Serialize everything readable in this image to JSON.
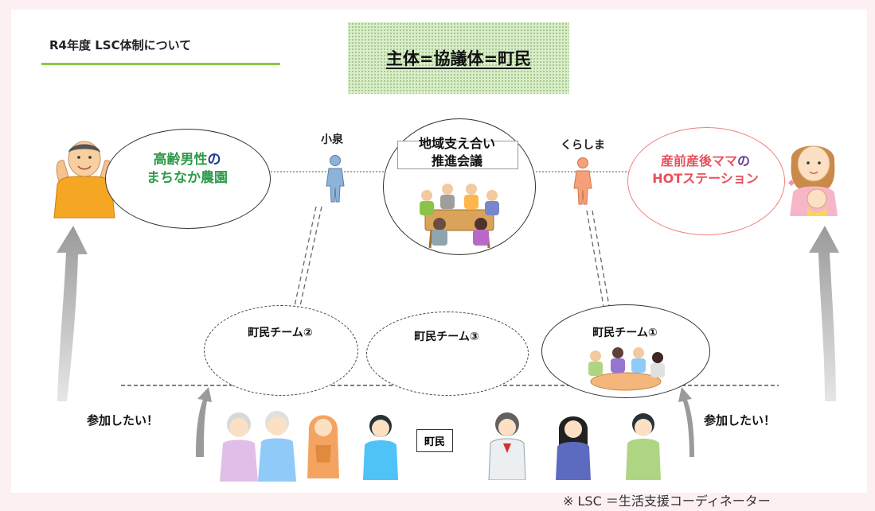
{
  "heading": "R4年度 LSC体制について",
  "banner": "主体=協議体=町民",
  "koizumi": "小泉",
  "kurashima": "くらしま",
  "left_bubble": {
    "line1_part1": "高齢男性",
    "line1_part2": "の",
    "line2": "まちなか農園"
  },
  "center_bubble": {
    "line1": "地域支え合い",
    "line2": "推進会議"
  },
  "right_bubble": {
    "line1_part1": "産前産後ママ",
    "line1_part2": "の",
    "line2": "HOTステーション"
  },
  "teams": {
    "team2": "町民チーム②",
    "team3": "町民チーム③",
    "team1": "町民チーム①"
  },
  "join_left": "参加したい！",
  "join_right": "参加したい！",
  "chomin": "町民",
  "footnote": "※ LSC ＝生活支援コーディネーター",
  "colors": {
    "green_text": "#2e9b4a",
    "pink_text": "#e8505b",
    "purple_text": "#6a3d9a",
    "accent": "#8cc63f"
  }
}
